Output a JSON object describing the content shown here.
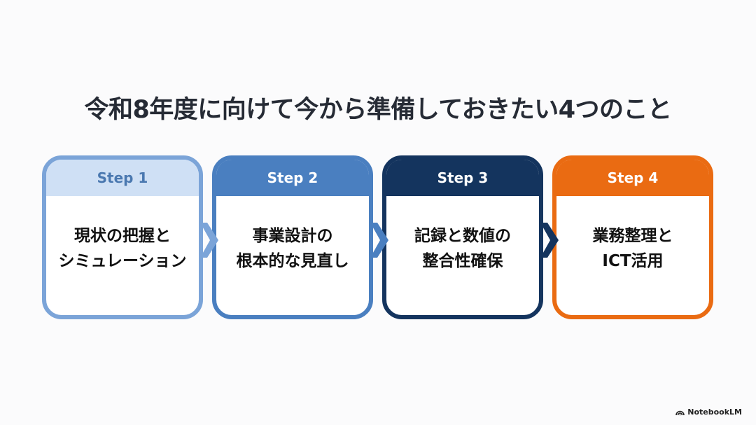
{
  "title": "令和8年度に向けて今から準備しておきたい4つのこと",
  "steps": [
    {
      "label": "Step 1",
      "line1": "現状の把握と",
      "line2": "シミュレーション",
      "border": "#7ba4d8",
      "header_bg": "#cfe0f5",
      "header_text": "#4a78b0"
    },
    {
      "label": "Step 2",
      "line1": "事業設計の",
      "line2": "根本的な見直し",
      "border": "#4a7fc0",
      "header_bg": "#4a7fc0",
      "header_text": "#ffffff"
    },
    {
      "label": "Step 3",
      "line1": "記録と数値の",
      "line2": "整合性確保",
      "border": "#14345e",
      "header_bg": "#14345e",
      "header_text": "#ffffff"
    },
    {
      "label": "Step 4",
      "line1": "業務整理と",
      "line2": "ICT活用",
      "border": "#ea6b12",
      "header_bg": "#ea6b12",
      "header_text": "#ffffff"
    }
  ],
  "brand": "NotebookLM"
}
